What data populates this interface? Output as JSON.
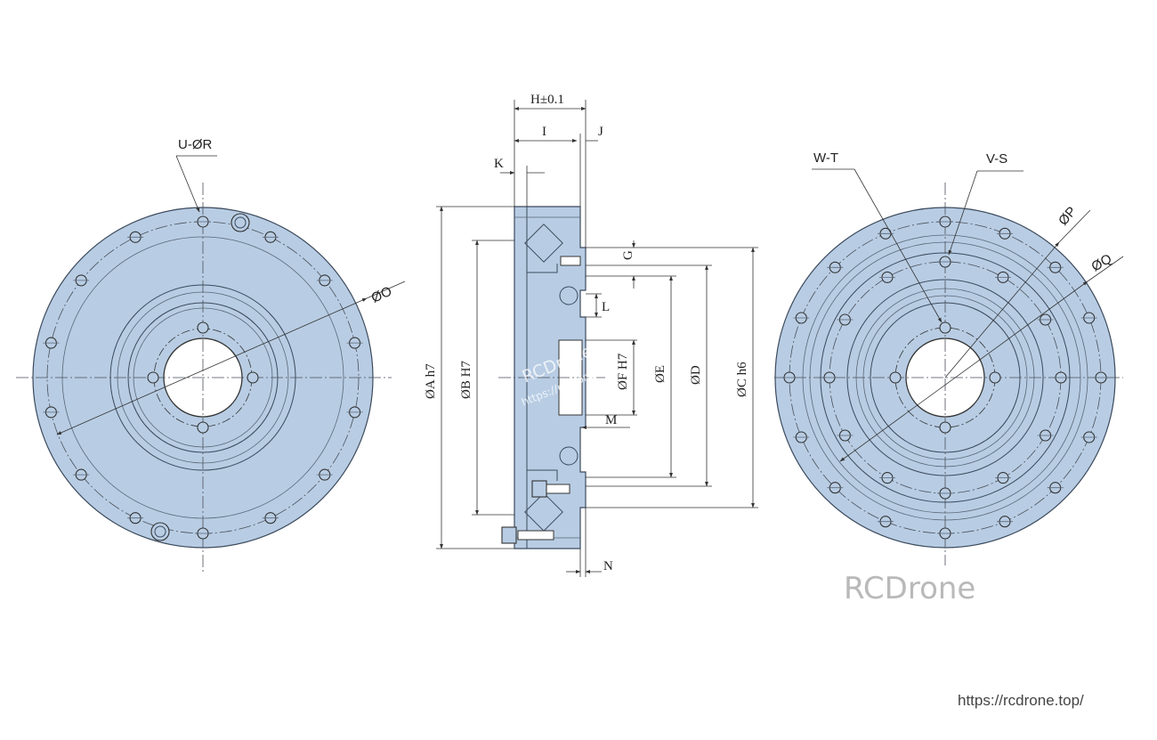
{
  "labels": {
    "U_R": "U-ØR",
    "O": "ØO",
    "H": "H±0.1",
    "I": "I",
    "J": "J",
    "K": "K",
    "G": "G",
    "L": "L",
    "M": "M",
    "N": "N",
    "A": "ØA h7",
    "B": "ØB H7",
    "F": "ØF H7",
    "E": "ØE",
    "D": "ØD",
    "C": "ØC h6",
    "W_T": "W-T",
    "V_S": "V-S",
    "P": "ØP",
    "Q": "ØQ"
  },
  "watermark": {
    "brand": "RCDrone",
    "url": "https://rcdrone.top/",
    "center_brand": "RCDrone",
    "center_url": "https://rcdrone.top/"
  },
  "colors": {
    "part_fill": "#b8cde4",
    "outline": "#3c4a5c"
  }
}
